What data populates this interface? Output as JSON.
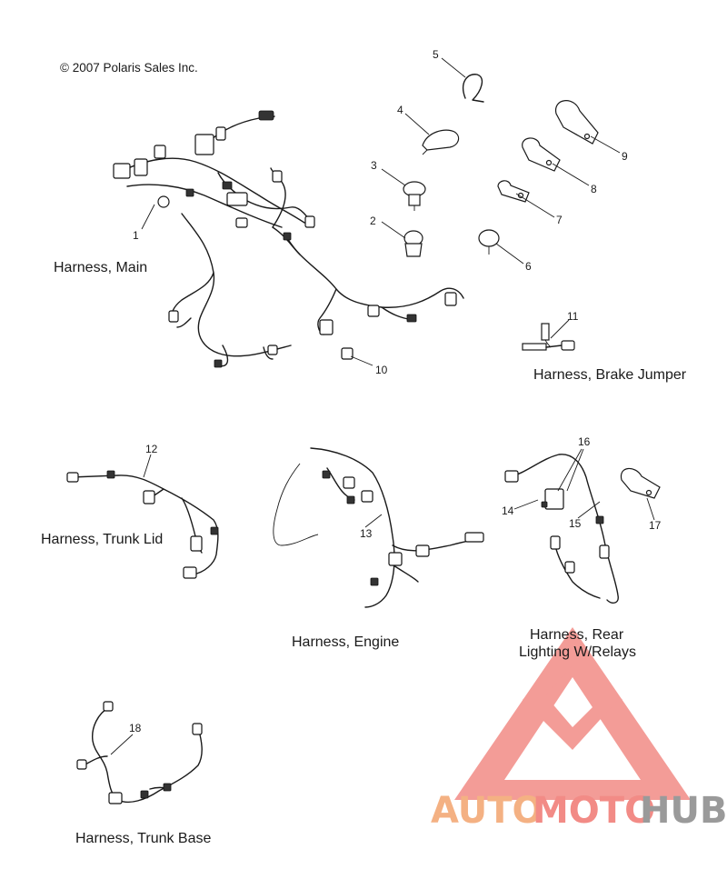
{
  "copyright": "© 2007 Polaris Sales Inc.",
  "assemblies": [
    {
      "id": "main",
      "label": "Harness, Main"
    },
    {
      "id": "brake_jumper",
      "label": "Harness, Brake Jumper"
    },
    {
      "id": "trunk_lid",
      "label": "Harness, Trunk Lid"
    },
    {
      "id": "engine",
      "label": "Harness, Engine"
    },
    {
      "id": "rear_line1",
      "label": "Harness, Rear"
    },
    {
      "id": "rear_line2",
      "label": "Lighting W/Relays"
    },
    {
      "id": "trunk_base",
      "label": "Harness, Trunk Base"
    }
  ],
  "callouts": [
    "1",
    "2",
    "3",
    "4",
    "5",
    "6",
    "7",
    "8",
    "9",
    "10",
    "11",
    "12",
    "13",
    "14",
    "15",
    "16",
    "17",
    "18"
  ],
  "watermark": {
    "part1": "AUTO",
    "part2": "MOTO",
    "part3": "HUB",
    "colors": {
      "auto": "#f4b183",
      "moto": "#f28b86",
      "hub": "#9a9a9a",
      "logo": "#f28b86"
    }
  }
}
